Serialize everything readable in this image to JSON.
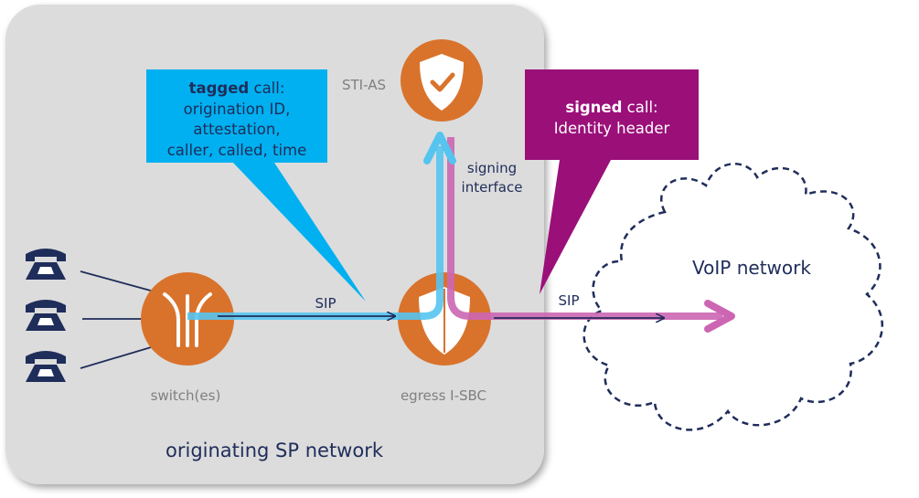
{
  "network": {
    "label": "originating SP network",
    "fill": "#dcdcdc"
  },
  "nodes": {
    "sti_as": {
      "label": "STI-AS",
      "icon": "shield-check-icon"
    },
    "switch": {
      "label": "switch(es)",
      "icon": "switch-icon"
    },
    "sbc": {
      "label": "egress I-SBC",
      "icon": "shield-icon"
    },
    "phones": [
      {
        "icon": "phone-icon"
      },
      {
        "icon": "phone-icon"
      },
      {
        "icon": "phone-icon"
      }
    ],
    "voip": {
      "label": "VoIP network"
    }
  },
  "links": {
    "sip_internal": "SIP",
    "sip_external": "SIP",
    "signing_line1": "signing",
    "signing_line2": "interface"
  },
  "callouts": {
    "tagged": {
      "bold": "tagged",
      "rest": " call:",
      "line2": "origination ID,",
      "line3": "attestation,",
      "line4": "caller, called, time"
    },
    "signed": {
      "bold": "signed",
      "rest": " call:",
      "line2": "Identity header"
    }
  },
  "colors": {
    "orange": "#d9732c",
    "cyan": "#00b0f0",
    "magenta": "#9b0f79",
    "navy": "#1f2d5a",
    "pink": "#cc66b3",
    "lightblue": "#55c4ef"
  }
}
